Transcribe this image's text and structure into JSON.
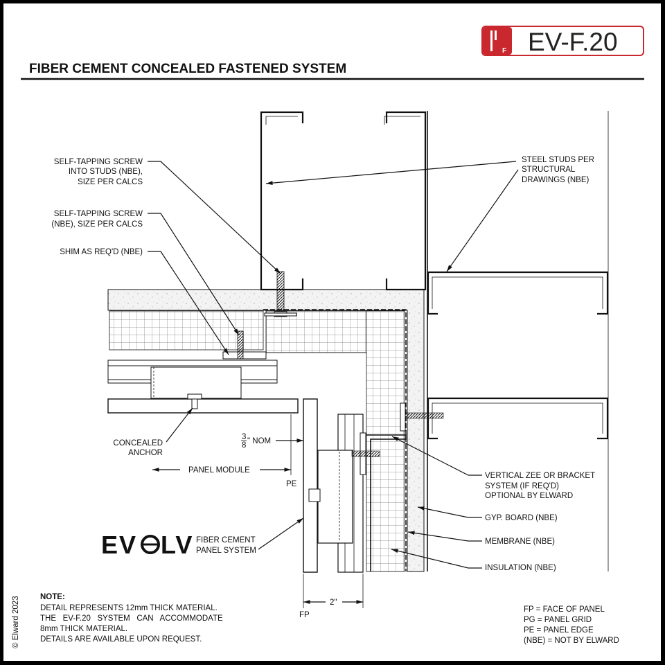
{
  "sheet": {
    "code": "EV-F.20",
    "badge_letter": "F",
    "title": "FIBER CEMENT CONCEALED FASTENED SYSTEM",
    "copyright": "© Elward 2023",
    "accent_color": "#c8282e"
  },
  "callouts": {
    "screw_studs": [
      "SELF-TAPPING SCREW",
      "INTO STUDS (NBE),",
      "SIZE PER CALCS"
    ],
    "screw_nbe": [
      "SELF-TAPPING SCREW",
      "(NBE), SIZE PER CALCS"
    ],
    "shim": "SHIM AS REQ'D (NBE)",
    "steel_studs": [
      "STEEL STUDS PER",
      "STRUCTURAL",
      "DRAWINGS (NBE)"
    ],
    "anchor": [
      "CONCEALED",
      "ANCHOR"
    ],
    "nom_num": "3",
    "nom_den": "8",
    "nom_text": "\" NOM",
    "panel_module": "PANEL MODULE",
    "pe": "PE",
    "fp": "FP",
    "two_inch": "2\"",
    "zee": [
      "VERTICAL ZEE OR BRACKET",
      "SYSTEM (IF REQ'D)",
      "OPTIONAL BY ELWARD"
    ],
    "gyp": "GYP. BOARD (NBE)",
    "membrane": "MEMBRANE (NBE)",
    "insulation": "INSULATION (NBE)"
  },
  "brand": {
    "logo_left": "EV",
    "logo_right": "LV",
    "system": [
      "FIBER CEMENT",
      "PANEL SYSTEM"
    ]
  },
  "note": {
    "heading": "NOTE:",
    "lines": [
      "DETAIL REPRESENTS 12mm THICK MATERIAL.",
      "THE   EV-F.20   SYSTEM   CAN   ACCOMMODATE",
      "8mm THICK MATERIAL.",
      "DETAILS ARE AVAILABLE UPON REQUEST."
    ]
  },
  "legend": [
    "FP = FACE OF PANEL",
    "PG = PANEL GRID",
    "PE = PANEL EDGE",
    "(NBE) = NOT BY ELWARD"
  ]
}
